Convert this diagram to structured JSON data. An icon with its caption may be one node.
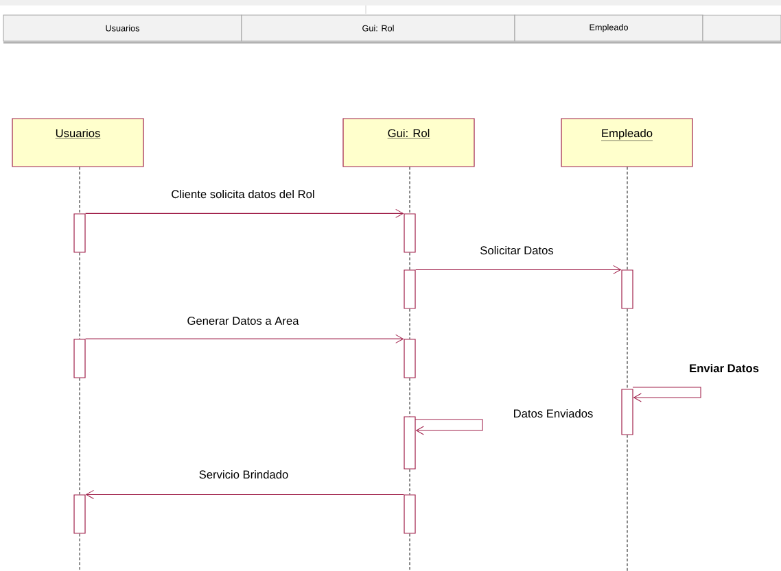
{
  "diagram": {
    "nodes": [
      {
        "text": [
          "Usuarios"
        ]
      },
      {
        "text": [
          "Gui: Rol"
        ]
      },
      {
        "text": [
          "Empleado"
        ]
      },
      {
        "text": [],
        "shape": "box"
      },
      {
        "text": [
          "Usuarios"
        ]
      },
      {
        "text": [
          "Gui: Rol"
        ]
      },
      {
        "text": [
          "Empleado"
        ]
      },
      {
        "text": [],
        "shape": "bar"
      },
      {
        "text": [],
        "shape": "bar"
      },
      {
        "text": [],
        "shape": "bar"
      },
      {
        "text": [],
        "shape": "bar"
      },
      {
        "text": [],
        "shape": "bar"
      },
      {
        "text": [],
        "shape": "bar"
      },
      {
        "text": [],
        "shape": "bar"
      },
      {
        "text": [],
        "shape": "bar"
      },
      {
        "text": [],
        "shape": "bar"
      },
      {
        "text": [],
        "shape": "bar"
      }
    ],
    "edges": [
      {
        "from": 7,
        "to": 8,
        "arrow": "to",
        "label": "Cliente solicita datos del Rol",
        "color": "#a0204a"
      },
      {
        "from": 9,
        "to": 10,
        "arrow": "to",
        "label": "Solicitar Datos",
        "color": "#a0204a"
      },
      {
        "from": 11,
        "to": 12,
        "arrow": "to",
        "label": "Generar Datos a Area",
        "color": "#a0204a"
      },
      {
        "from": 13,
        "to": 13,
        "arrow": "to",
        "label": "Enviar Datos",
        "color": "#a0204a"
      },
      {
        "from": 14,
        "to": 14,
        "arrow": "to",
        "label": "Datos Enviados",
        "color": "#a0204a"
      },
      {
        "from": 16,
        "to": 15,
        "arrow": "to",
        "label": "Servicio Brindado",
        "color": "#a0204a"
      },
      {
        "from": 4,
        "to": 7,
        "arrow": "none",
        "style": "dashed"
      },
      {
        "from": 7,
        "to": 11,
        "arrow": "none",
        "style": "dashed"
      },
      {
        "from": 11,
        "to": 15,
        "arrow": "none",
        "style": "dashed"
      },
      {
        "from": 15,
        "to": null,
        "arrow": "none",
        "style": "dashed"
      },
      {
        "from": 5,
        "to": 8,
        "arrow": "none",
        "style": "dashed"
      },
      {
        "from": 8,
        "to": 9,
        "arrow": "none",
        "style": "dashed"
      },
      {
        "from": 9,
        "to": 12,
        "arrow": "none",
        "style": "dashed"
      },
      {
        "from": 12,
        "to": 14,
        "arrow": "none",
        "style": "dashed"
      },
      {
        "from": 14,
        "to": 16,
        "arrow": "none",
        "style": "dashed"
      },
      {
        "from": 16,
        "to": null,
        "arrow": "none",
        "style": "dashed"
      },
      {
        "from": 6,
        "to": 10,
        "arrow": "none",
        "style": "dashed"
      },
      {
        "from": 10,
        "to": 13,
        "arrow": "none",
        "style": "dashed"
      },
      {
        "from": 13,
        "to": null,
        "arrow": "none",
        "style": "dashed"
      }
    ]
  }
}
